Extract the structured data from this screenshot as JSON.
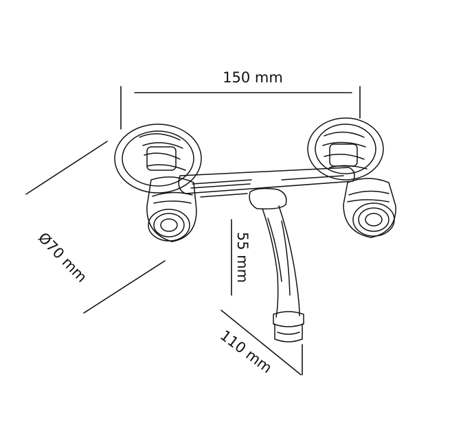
{
  "dimensions": {
    "width_label": "150 mm",
    "height_label": "55 mm",
    "depth_label": "110 mm",
    "diameter_label": "Ø70 mm"
  }
}
